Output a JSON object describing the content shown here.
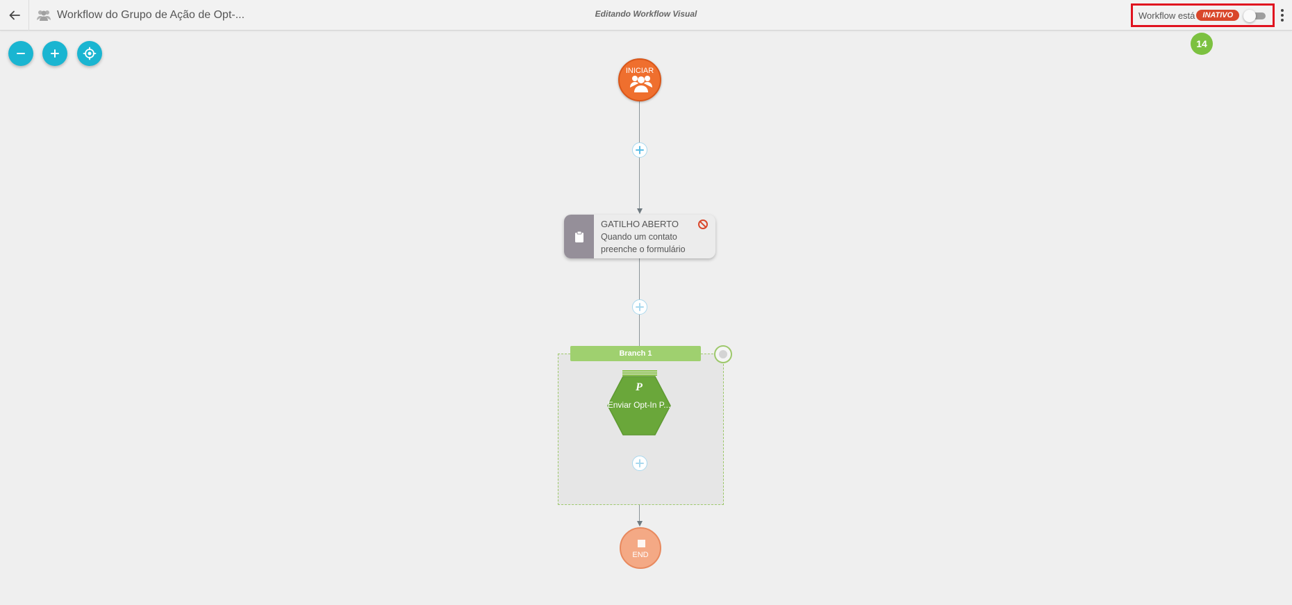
{
  "header": {
    "workflow_title": "Workflow do Grupo de Ação de Opt-...",
    "center_title": "Editando Workflow Visual",
    "status_label": "Workflow está",
    "status_value": "INATIVO"
  },
  "badge": {
    "count": "14"
  },
  "nodes": {
    "start_label": "INICIAR",
    "trigger_title": "GATILHO ABERTO",
    "trigger_desc": "Quando um contato preenche o formulário",
    "branch_label": "Branch 1",
    "action_label": "Enviar Opt-In P...",
    "end_label": "END"
  },
  "colors": {
    "accent": "#1ab5d1",
    "start": "#ef6f2e",
    "status_inactive": "#d9472b",
    "action": "#6aa73a",
    "badge": "#7cc140",
    "highlight_border": "#e0121f"
  },
  "icons": {
    "back": "arrow-left-icon",
    "workflow": "users-icon",
    "zoom_out": "minus-icon",
    "zoom_in": "plus-icon",
    "center": "target-icon",
    "trigger": "clipboard-icon",
    "disabled": "ban-icon",
    "end": "stop-icon"
  }
}
